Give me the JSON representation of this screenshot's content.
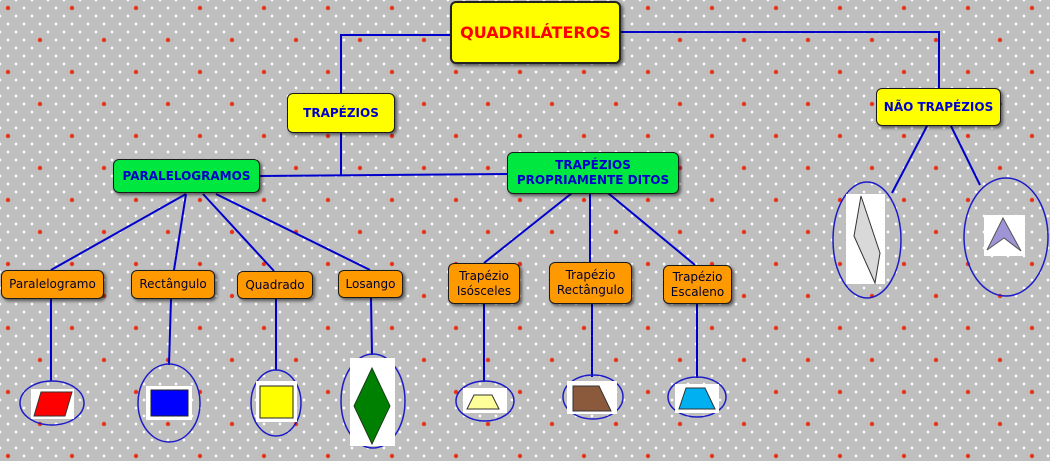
{
  "colors": {
    "background": "#bfbfbf",
    "connector": "#0000cc",
    "yellow_node": "#ffff00",
    "green_node": "#00e840",
    "orange_node": "#ff9900",
    "red_dot": "#e8341c"
  },
  "nodes": {
    "root": "QUADRILÁTEROS",
    "trapezios": "TRAPÉZIOS",
    "nao_trapezios": "NÃO TRAPÉZIOS",
    "paralelogramos": "PARALELOGRAMOS",
    "trapezios_proprios": [
      "TRAPÉZIOS",
      "PROPRIAMENTE DITOS"
    ],
    "paralelogramo": "Paralelogramo",
    "rectangulo": "Rectângulo",
    "quadrado": "Quadrado",
    "losango": "Losango",
    "trap_isosceles": [
      "Trapézio",
      "Isósceles"
    ],
    "trap_rectangulo": [
      "Trapézio",
      "Rectângulo"
    ],
    "trap_escaleno": [
      "Trapézio",
      "Escaleno"
    ]
  },
  "shapes": {
    "paralelogramo": {
      "icon": "parallelogram-icon",
      "fill": "#ff0000"
    },
    "rectangulo": {
      "icon": "rectangle-icon",
      "fill": "#0000ff"
    },
    "quadrado": {
      "icon": "square-icon",
      "fill": "#ffff00"
    },
    "losango": {
      "icon": "rhombus-icon",
      "fill": "#008000"
    },
    "trap_isosceles": {
      "icon": "isosceles-trapezoid-icon",
      "fill": "#ffff99"
    },
    "trap_rectangulo": {
      "icon": "right-trapezoid-icon",
      "fill": "#8b5a3c"
    },
    "trap_escaleno": {
      "icon": "scalene-trapezoid-icon",
      "fill": "#00b0f0"
    },
    "nao_trap_1": {
      "icon": "kite-icon",
      "fill": "#d9d9d9"
    },
    "nao_trap_2": {
      "icon": "dart-icon",
      "fill": "#9e94d6"
    }
  }
}
